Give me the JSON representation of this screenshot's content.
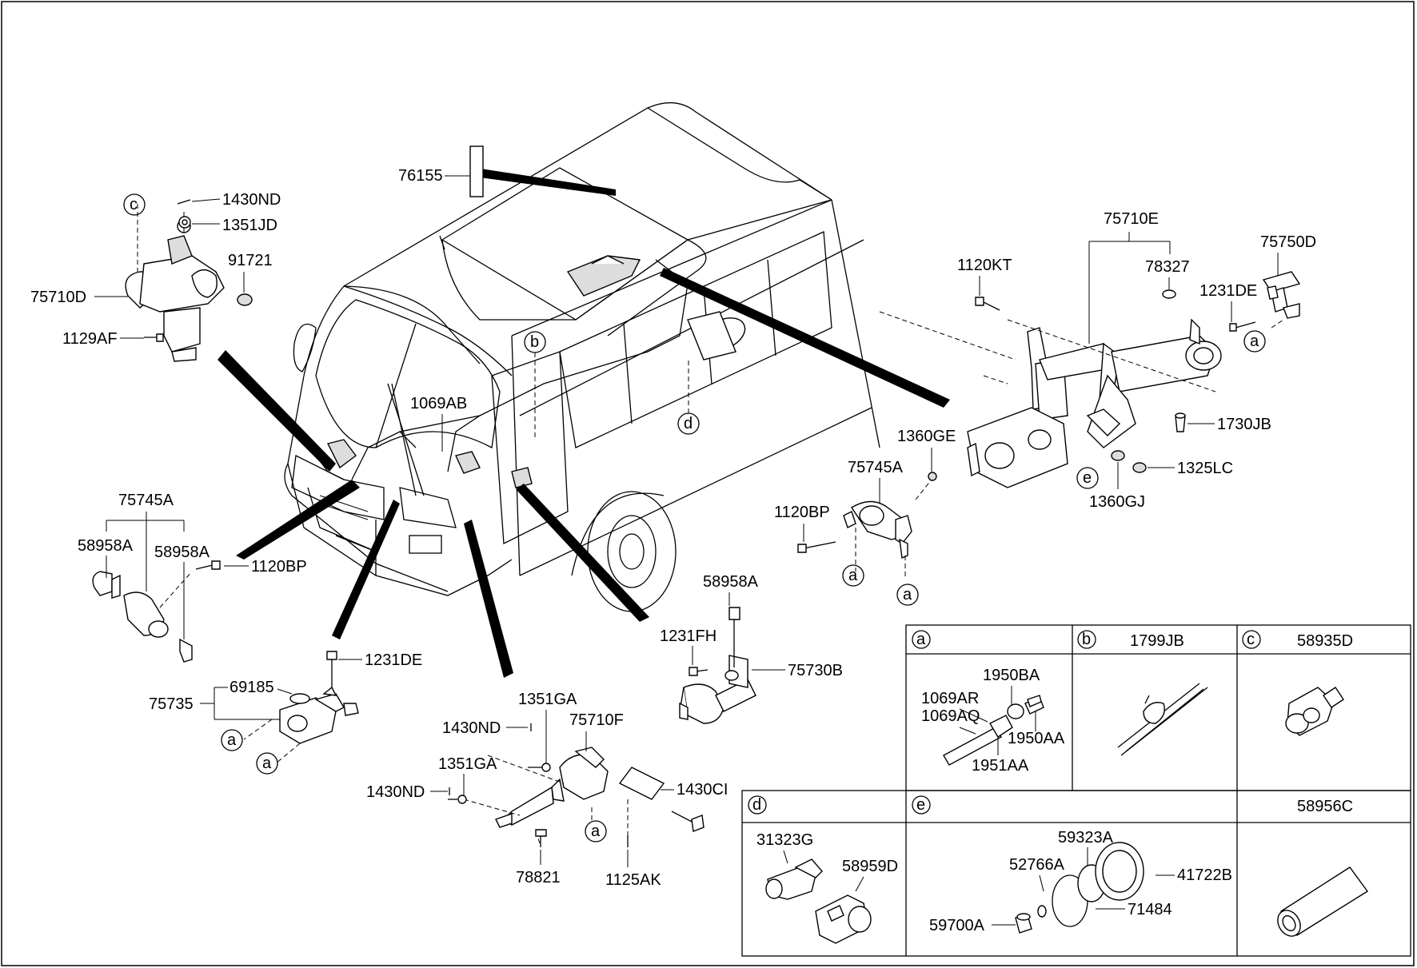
{
  "callouts": {
    "c1": "1430ND",
    "c2": "1351JD",
    "c3": "91721",
    "c4": "75710D",
    "c5": "1129AF",
    "c6": "76155",
    "c7": "1069AB",
    "c8": "75745A",
    "c9": "58958A",
    "c10": "58958A",
    "c11": "1120BP",
    "c12": "1231DE",
    "c13": "69185",
    "c14": "75735",
    "c15": "1351GA",
    "c16": "1430ND",
    "c17": "75710F",
    "c18": "1351GA",
    "c19": "1430ND",
    "c20": "1430CI",
    "c21": "78821",
    "c22": "1125AK",
    "c23": "58958A",
    "c24": "1231FH",
    "c25": "75730B",
    "c26": "1360GE",
    "c27": "75745A",
    "c28": "1120BP",
    "c29": "75710E",
    "c30": "1120KT",
    "c31": "78327",
    "c32": "75750D",
    "c33": "1231DE",
    "c34": "1730JB",
    "c35": "1325LC",
    "c36": "1360GJ"
  },
  "markers": {
    "a": "a",
    "b": "b",
    "c": "c",
    "d": "d",
    "e": "e"
  },
  "detail_table": {
    "cell_a": {
      "marker": "a",
      "labels": [
        "1950BA",
        "1069AR",
        "1069AQ",
        "1950AA",
        "1951AA"
      ]
    },
    "cell_b": {
      "marker": "b",
      "title": "1799JB"
    },
    "cell_c": {
      "marker": "c",
      "title": "58935D"
    },
    "cell_d": {
      "marker": "d",
      "labels": [
        "31323G",
        "58959D"
      ]
    },
    "cell_e": {
      "marker": "e",
      "labels": [
        "59323A",
        "52766A",
        "41722B",
        "71484",
        "59700A"
      ]
    },
    "cell_f": {
      "title": "58956C"
    }
  }
}
